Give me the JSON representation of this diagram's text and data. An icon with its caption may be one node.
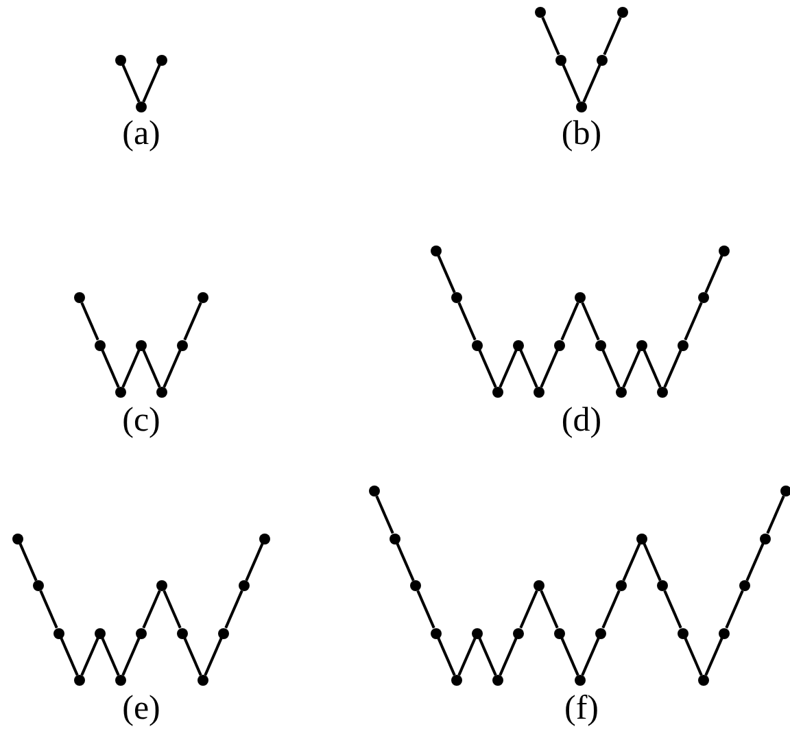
{
  "diagram": {
    "nodes": [
      {
        "text": [],
        "shape": "circle"
      },
      {
        "text": [],
        "shape": "circle"
      },
      {
        "text": [],
        "shape": "circle"
      },
      {
        "text": [],
        "shape": "circle"
      },
      {
        "text": [],
        "shape": "circle"
      },
      {
        "text": [],
        "shape": "circle"
      },
      {
        "text": [],
        "shape": "circle"
      },
      {
        "text": [],
        "shape": "circle"
      },
      {
        "text": [],
        "shape": "circle"
      },
      {
        "text": [],
        "shape": "circle"
      },
      {
        "text": [],
        "shape": "circle"
      },
      {
        "text": [],
        "shape": "circle"
      },
      {
        "text": [],
        "shape": "circle"
      },
      {
        "text": [],
        "shape": "circle"
      },
      {
        "text": [],
        "shape": "circle"
      },
      {
        "text": [],
        "shape": "circle"
      },
      {
        "text": [],
        "shape": "circle"
      },
      {
        "text": [],
        "shape": "circle"
      },
      {
        "text": [],
        "shape": "circle"
      },
      {
        "text": [],
        "shape": "circle"
      },
      {
        "text": [],
        "shape": "circle"
      },
      {
        "text": [],
        "shape": "circle"
      },
      {
        "text": [],
        "shape": "circle"
      },
      {
        "text": [],
        "shape": "circle"
      },
      {
        "text": [],
        "shape": "circle"
      },
      {
        "text": [],
        "shape": "circle"
      },
      {
        "text": [],
        "shape": "circle"
      },
      {
        "text": [],
        "shape": "circle"
      },
      {
        "text": [],
        "shape": "circle"
      },
      {
        "text": [],
        "shape": "circle"
      },
      {
        "text": [],
        "shape": "circle"
      },
      {
        "text": [],
        "shape": "circle"
      },
      {
        "text": [],
        "shape": "circle"
      },
      {
        "text": [],
        "shape": "circle"
      },
      {
        "text": [],
        "shape": "circle"
      },
      {
        "text": [],
        "shape": "circle"
      },
      {
        "text": [],
        "shape": "circle"
      },
      {
        "text": [],
        "shape": "circle"
      },
      {
        "text": [],
        "shape": "circle"
      },
      {
        "text": [],
        "shape": "circle"
      },
      {
        "text": [],
        "shape": "circle"
      },
      {
        "text": [],
        "shape": "circle"
      },
      {
        "text": [],
        "shape": "circle"
      },
      {
        "text": [],
        "shape": "circle"
      },
      {
        "text": [],
        "shape": "circle"
      },
      {
        "text": [],
        "shape": "circle"
      },
      {
        "text": [],
        "shape": "circle"
      },
      {
        "text": [],
        "shape": "circle"
      },
      {
        "text": [],
        "shape": "circle"
      },
      {
        "text": [],
        "shape": "circle"
      },
      {
        "text": [],
        "shape": "circle"
      },
      {
        "text": [],
        "shape": "circle"
      },
      {
        "text": [],
        "shape": "circle"
      },
      {
        "text": [],
        "shape": "circle"
      },
      {
        "text": [],
        "shape": "circle"
      },
      {
        "text": [],
        "shape": "circle"
      },
      {
        "text": [],
        "shape": "circle"
      },
      {
        "text": [],
        "shape": "circle"
      },
      {
        "text": [],
        "shape": "circle"
      },
      {
        "text": [],
        "shape": "circle"
      },
      {
        "text": [],
        "shape": "circle"
      },
      {
        "text": [],
        "shape": "circle"
      },
      {
        "text": [],
        "shape": "circle"
      },
      {
        "text": [],
        "shape": "circle"
      }
    ],
    "edges": [
      {
        "from": 0,
        "to": 1,
        "arrow": "none"
      },
      {
        "from": 1,
        "to": 2,
        "arrow": "none"
      },
      {
        "from": 3,
        "to": 4,
        "arrow": "none"
      },
      {
        "from": 4,
        "to": 5,
        "arrow": "none"
      },
      {
        "from": 5,
        "to": 6,
        "arrow": "none"
      },
      {
        "from": 6,
        "to": 7,
        "arrow": "none"
      },
      {
        "from": 8,
        "to": 9,
        "arrow": "none"
      },
      {
        "from": 9,
        "to": 10,
        "arrow": "none"
      },
      {
        "from": 10,
        "to": 11,
        "arrow": "none"
      },
      {
        "from": 11,
        "to": 12,
        "arrow": "none"
      },
      {
        "from": 12,
        "to": 13,
        "arrow": "none"
      },
      {
        "from": 13,
        "to": 14,
        "arrow": "none"
      },
      {
        "from": 15,
        "to": 16,
        "arrow": "none"
      },
      {
        "from": 16,
        "to": 17,
        "arrow": "none"
      },
      {
        "from": 17,
        "to": 18,
        "arrow": "none"
      },
      {
        "from": 18,
        "to": 19,
        "arrow": "none"
      },
      {
        "from": 19,
        "to": 20,
        "arrow": "none"
      },
      {
        "from": 20,
        "to": 21,
        "arrow": "none"
      },
      {
        "from": 21,
        "to": 22,
        "arrow": "none"
      },
      {
        "from": 22,
        "to": 23,
        "arrow": "none"
      },
      {
        "from": 23,
        "to": 24,
        "arrow": "none"
      },
      {
        "from": 24,
        "to": 25,
        "arrow": "none"
      },
      {
        "from": 25,
        "to": 26,
        "arrow": "none"
      },
      {
        "from": 26,
        "to": 27,
        "arrow": "none"
      },
      {
        "from": 27,
        "to": 28,
        "arrow": "none"
      },
      {
        "from": 28,
        "to": 29,
        "arrow": "none"
      },
      {
        "from": 30,
        "to": 31,
        "arrow": "none"
      },
      {
        "from": 31,
        "to": 32,
        "arrow": "none"
      },
      {
        "from": 32,
        "to": 33,
        "arrow": "none"
      },
      {
        "from": 33,
        "to": 34,
        "arrow": "none"
      },
      {
        "from": 34,
        "to": 35,
        "arrow": "none"
      },
      {
        "from": 35,
        "to": 36,
        "arrow": "none"
      },
      {
        "from": 36,
        "to": 37,
        "arrow": "none"
      },
      {
        "from": 37,
        "to": 38,
        "arrow": "none"
      },
      {
        "from": 38,
        "to": 39,
        "arrow": "none"
      },
      {
        "from": 39,
        "to": 40,
        "arrow": "none"
      },
      {
        "from": 40,
        "to": 41,
        "arrow": "none"
      },
      {
        "from": 41,
        "to": 42,
        "arrow": "none"
      },
      {
        "from": 43,
        "to": 44,
        "arrow": "none"
      },
      {
        "from": 44,
        "to": 45,
        "arrow": "none"
      },
      {
        "from": 45,
        "to": 46,
        "arrow": "none"
      },
      {
        "from": 46,
        "to": 47,
        "arrow": "none"
      },
      {
        "from": 47,
        "to": 48,
        "arrow": "none"
      },
      {
        "from": 48,
        "to": 49,
        "arrow": "none"
      },
      {
        "from": 49,
        "to": 50,
        "arrow": "none"
      },
      {
        "from": 50,
        "to": 51,
        "arrow": "none"
      },
      {
        "from": 51,
        "to": 52,
        "arrow": "none"
      },
      {
        "from": 52,
        "to": 53,
        "arrow": "none"
      },
      {
        "from": 53,
        "to": 54,
        "arrow": "none"
      },
      {
        "from": 54,
        "to": 55,
        "arrow": "none"
      },
      {
        "from": 55,
        "to": 56,
        "arrow": "none"
      },
      {
        "from": 56,
        "to": 57,
        "arrow": "none"
      },
      {
        "from": 57,
        "to": 58,
        "arrow": "none"
      },
      {
        "from": 58,
        "to": 59,
        "arrow": "none"
      },
      {
        "from": 59,
        "to": 60,
        "arrow": "none"
      },
      {
        "from": 60,
        "to": 61,
        "arrow": "none"
      },
      {
        "from": 61,
        "to": 62,
        "arrow": "none"
      },
      {
        "from": 62,
        "to": 63,
        "arrow": "none"
      }
    ],
    "labels": [
      "(a)",
      "(b)",
      "(c)",
      "(d)",
      "(e)",
      "(f)"
    ]
  }
}
